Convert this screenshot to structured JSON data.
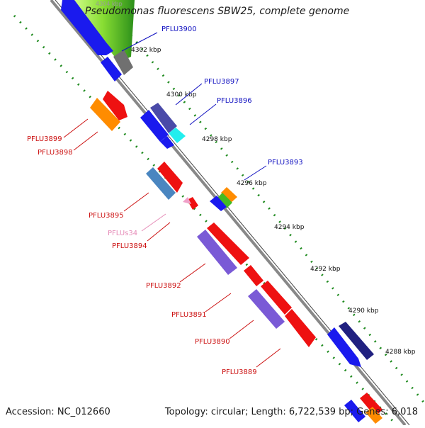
{
  "title": "Pseudomonas fluorescens SBW25, complete genome",
  "footer": {
    "accession": "Accession: NC_012660",
    "summary": "Topology: circular; Length: 6,722,539 bp; Genes: 6,018"
  },
  "ticks": [
    "4304 kbp",
    "4302 kbp",
    "4300 kbp",
    "4298 kbp",
    "4296 kbp",
    "4294 kbp",
    "4292 kbp",
    "4290 kbp",
    "4288 kbp"
  ],
  "gene_labels": {
    "forward": [
      "PFLU3900",
      "PFLU3897",
      "PFLU3896",
      "PFLU3893"
    ],
    "reverse": [
      "PFLU3899",
      "PFLU3898",
      "PFLU3895",
      "PFLUs34",
      "PFLU3894",
      "PFLU3892",
      "PFLU3891",
      "PFLU3890",
      "PFLU3889"
    ]
  },
  "colors": {
    "forward_label": "#1010c0",
    "reverse_label": "#cc1111",
    "srna_label": "#e68cb8",
    "tick_dots": "#1e8a1e",
    "backbone": "#888888",
    "blue": "#1a1aee",
    "red": "#ee1111",
    "orange": "#ff8c00",
    "purple": "#7a5ad6",
    "steelblue": "#4a86c0",
    "cyan": "#22eeee",
    "green": "#44bb22",
    "navy": "#202080",
    "grey": "#707070",
    "pink": "#f0a0c8"
  }
}
